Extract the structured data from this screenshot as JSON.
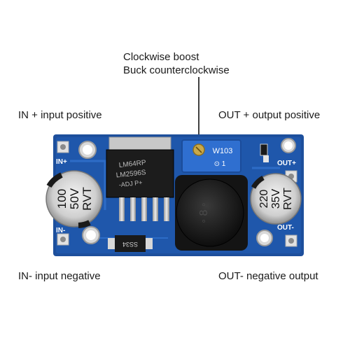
{
  "annotation": {
    "line1": "Clockwise boost",
    "line2": "Buck counterclockwise"
  },
  "labels": {
    "in_positive": "IN + input positive",
    "out_positive": "OUT + output positive",
    "in_negative": "IN- input negative",
    "out_negative": "OUT- negative output"
  },
  "board": {
    "silk_in_plus": "IN+",
    "silk_in_minus": "IN-",
    "silk_out_plus": "OUT+",
    "silk_out_minus": "OUT-",
    "chip_line1": "LM64RP",
    "chip_line2": "LM2596S",
    "chip_line3": "-ADJ  P+",
    "cap_left_line1": "100",
    "cap_left_line2": "50V",
    "cap_left_line3": "RVT",
    "cap_right_line1": "220",
    "cap_right_line2": "35V",
    "cap_right_line3": "RVT",
    "pot_label": "W103",
    "diode_label": "SS34",
    "colors": {
      "pcb": "#1d4f9c",
      "pcb_dark": "#153c7a",
      "pot": "#2f6fd0"
    }
  }
}
